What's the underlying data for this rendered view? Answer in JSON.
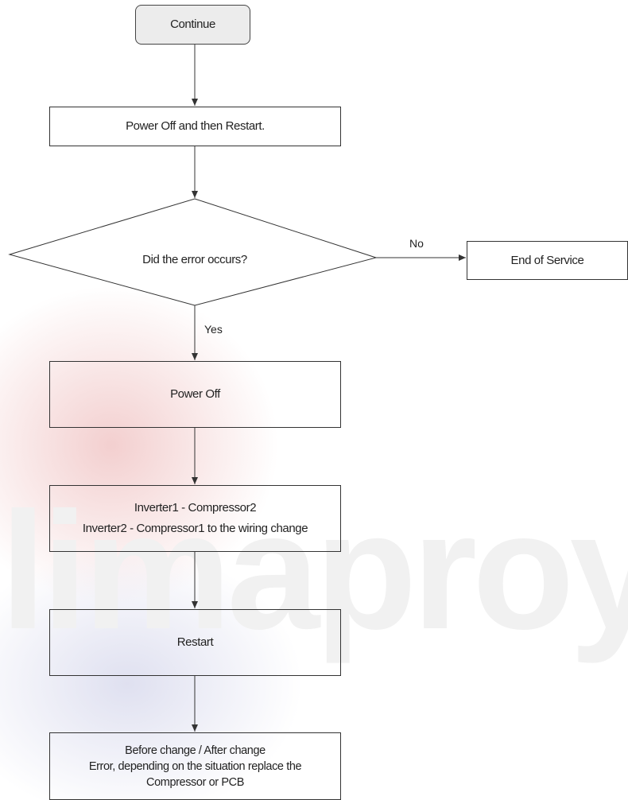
{
  "flowchart": {
    "start": "Continue",
    "restart_step": "Power Off and then Restart.",
    "decision": "Did the error occurs?",
    "branch_no": "No",
    "branch_yes": "Yes",
    "end": "End of Service",
    "power_off": "Power Off",
    "swap_lines": [
      "Inverter1 - Compressor2",
      "Inverter2 - Compressor1 to the wiring change"
    ],
    "restart_again": "Restart",
    "final_lines": [
      "Before change / After change",
      "Error, depending on the situation replace the",
      "Compressor or PCB"
    ]
  },
  "watermark": {
    "text": "limaproyec",
    "colors": {
      "red": "#e9a8a8",
      "blue": "#c5c7e4",
      "letters": "#f2f2f2"
    }
  }
}
